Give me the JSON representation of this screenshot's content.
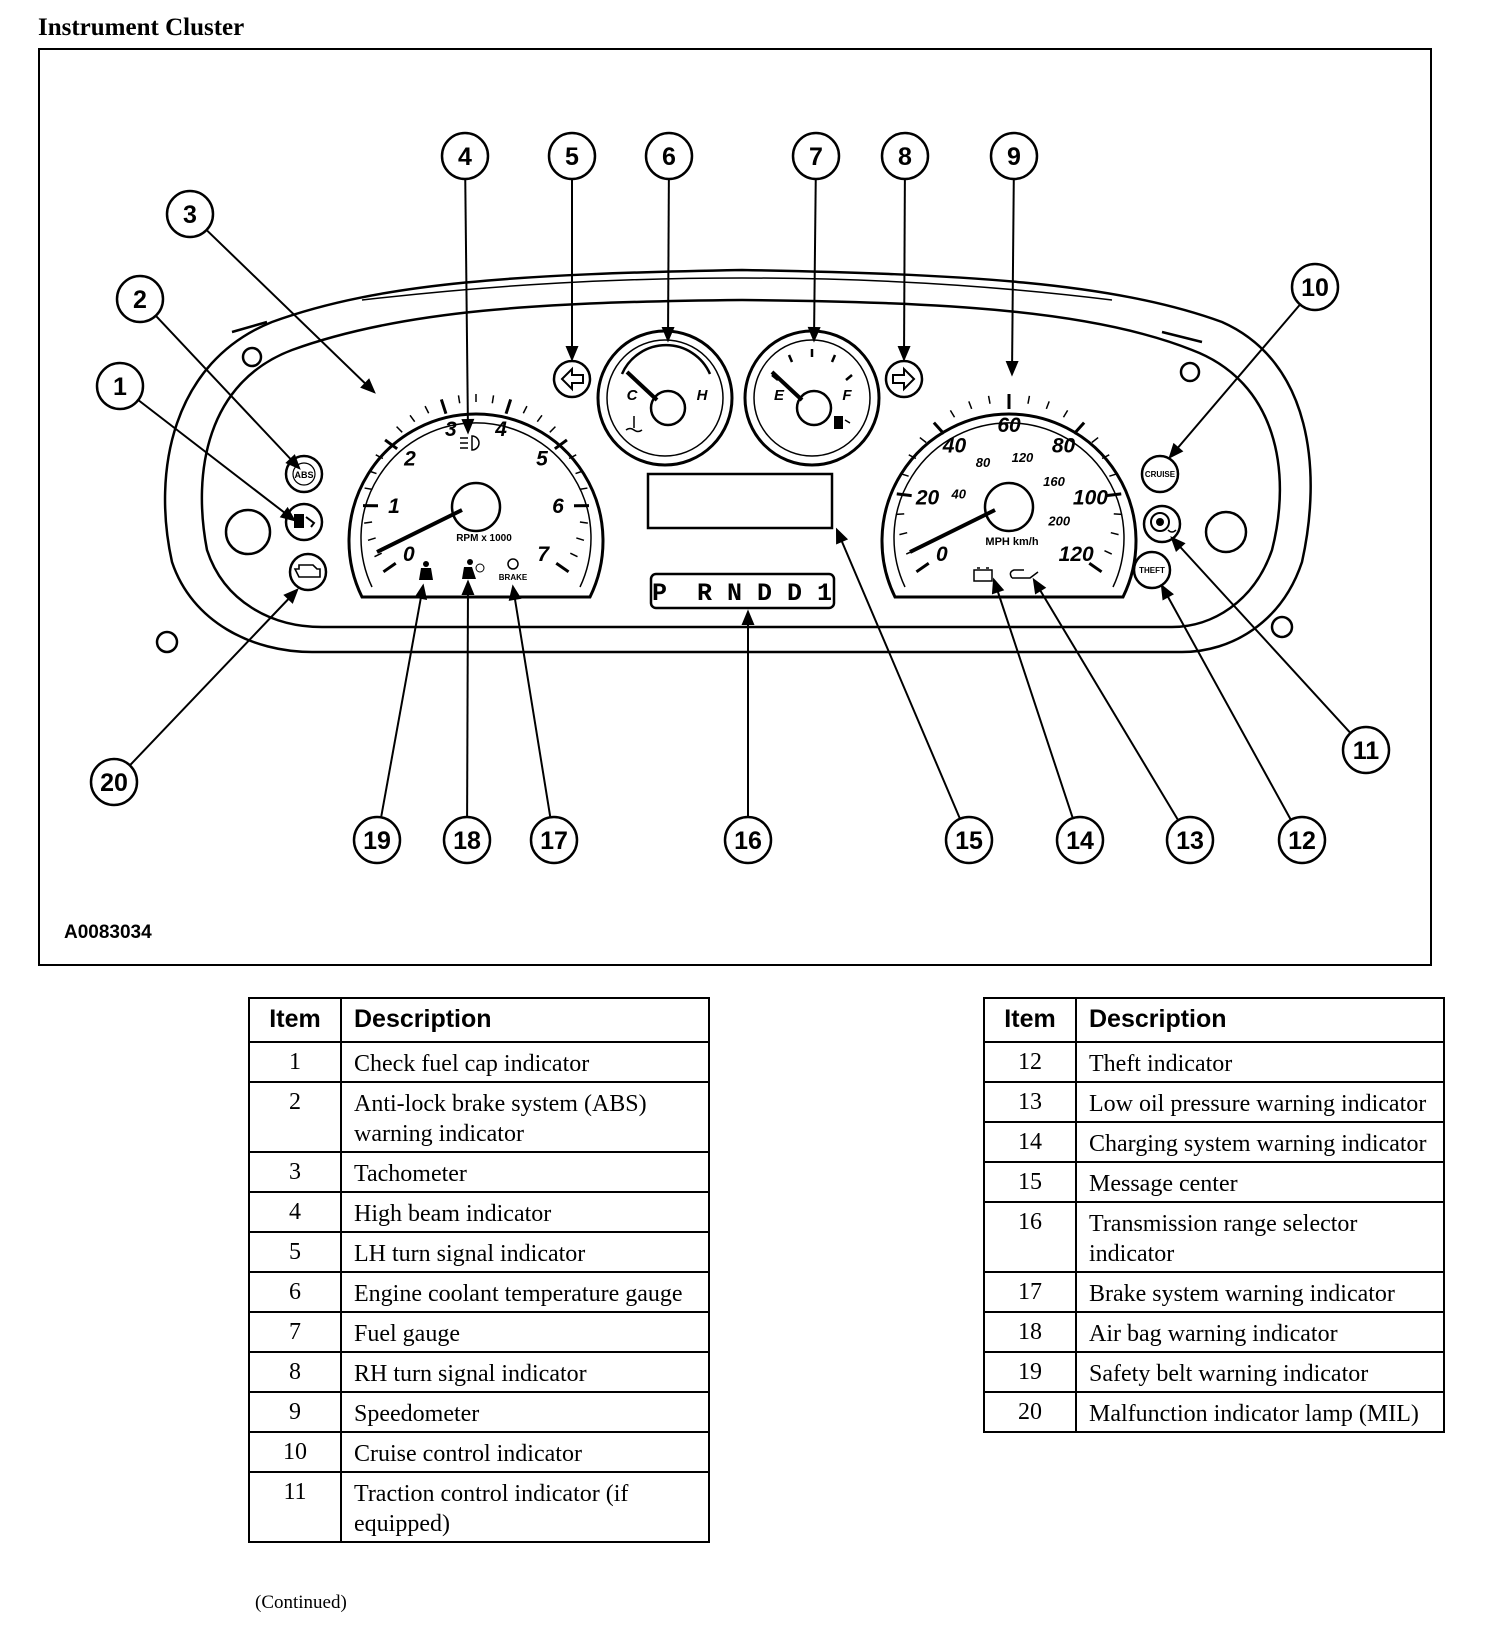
{
  "page": {
    "section_title": "Instrument Cluster",
    "figure_id": "A0083034",
    "continued_note": "(Continued)"
  },
  "figure": {
    "tachometer": {
      "ticks": [
        "0",
        "1",
        "2",
        "3",
        "4",
        "5",
        "6",
        "7"
      ],
      "unit": "RPM x 1000"
    },
    "temp_gauge": {
      "cold": "C",
      "hot": "H"
    },
    "fuel_gauge": {
      "empty": "E",
      "full": "F"
    },
    "speedometer": {
      "mph_ticks": [
        "0",
        "20",
        "40",
        "60",
        "80",
        "100",
        "120"
      ],
      "kmh_ticks": [
        "40",
        "80",
        "120",
        "160",
        "200"
      ],
      "unit": "MPH km/h"
    },
    "prnd": "P  R N D D 1",
    "labels": {
      "abs": "ABS",
      "cruise": "CRUISE",
      "theft": "THEFT",
      "brake": "BRAKE"
    },
    "callouts": [
      "1",
      "2",
      "3",
      "4",
      "5",
      "6",
      "7",
      "8",
      "9",
      "10",
      "11",
      "12",
      "13",
      "14",
      "15",
      "16",
      "17",
      "18",
      "19",
      "20"
    ]
  },
  "legend": {
    "headers": {
      "item": "Item",
      "description": "Description"
    },
    "left": [
      {
        "item": "1",
        "description": "Check fuel cap indicator"
      },
      {
        "item": "2",
        "description": "Anti-lock brake system (ABS) warning indicator"
      },
      {
        "item": "3",
        "description": "Tachometer"
      },
      {
        "item": "4",
        "description": "High beam indicator"
      },
      {
        "item": "5",
        "description": "LH turn signal indicator"
      },
      {
        "item": "6",
        "description": "Engine coolant temperature gauge"
      },
      {
        "item": "7",
        "description": "Fuel gauge"
      },
      {
        "item": "8",
        "description": "RH turn signal indicator"
      },
      {
        "item": "9",
        "description": "Speedometer"
      },
      {
        "item": "10",
        "description": "Cruise control indicator"
      },
      {
        "item": "11",
        "description": "Traction control indicator (if equipped)"
      }
    ],
    "right": [
      {
        "item": "12",
        "description": "Theft indicator"
      },
      {
        "item": "13",
        "description": "Low oil pressure warning indicator"
      },
      {
        "item": "14",
        "description": "Charging system warning indicator"
      },
      {
        "item": "15",
        "description": "Message center"
      },
      {
        "item": "16",
        "description": "Transmission range selector indicator"
      },
      {
        "item": "17",
        "description": "Brake system warning indicator"
      },
      {
        "item": "18",
        "description": "Air bag warning indicator"
      },
      {
        "item": "19",
        "description": "Safety belt warning indicator"
      },
      {
        "item": "20",
        "description": "Malfunction indicator lamp (MIL)"
      }
    ]
  }
}
